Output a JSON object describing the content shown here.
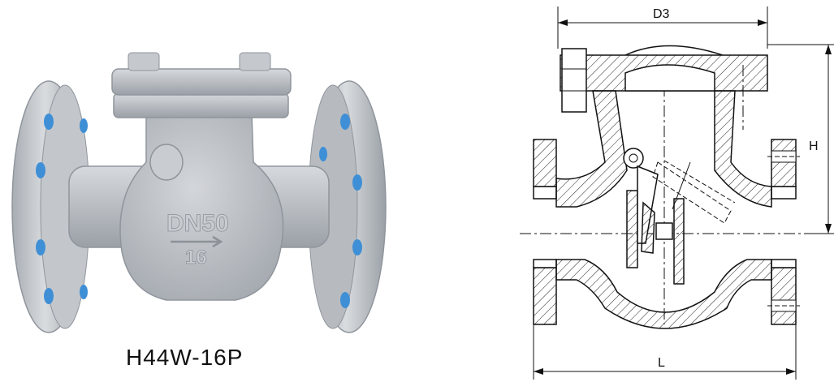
{
  "photo": {
    "model": "H44W-16P",
    "casting": {
      "size": "DN50",
      "pressure": "16"
    },
    "colors": {
      "steel": "#c7cbd0",
      "steel_dark": "#8f959c",
      "bolt_hole": "#3f8fd6"
    }
  },
  "drawing": {
    "dimensions": {
      "d3": "D3",
      "h": "H",
      "l": "L"
    },
    "colors": {
      "line": "#111111",
      "hatch": "#222222"
    }
  }
}
